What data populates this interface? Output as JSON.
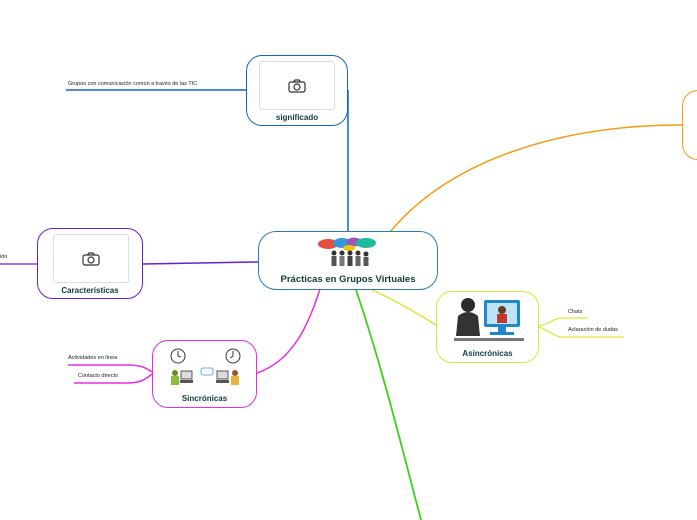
{
  "map": {
    "central": {
      "title": "Prácticas en Grupos Virtuales"
    },
    "significado": {
      "title": "significado",
      "leaf": "Grupos con comunicación común a través de las TIC",
      "color": "#1565c0"
    },
    "caracteristicas": {
      "title": "Características",
      "leaf_partial": "ión",
      "color": "#6a1fd1"
    },
    "sincronicas": {
      "title": "Sincrónicas",
      "leaves": [
        "Actividades en línea",
        "Contacto directo"
      ],
      "color": "#e62ee0"
    },
    "asincronicas": {
      "title": "Asincrónicas",
      "leaves": [
        "Chats",
        "Aclaración de dudas"
      ],
      "color": "#d9e63a"
    },
    "orange_branch": {
      "color": "#f39c12"
    },
    "green_branch": {
      "color": "#3ad11c"
    }
  },
  "icons": [
    "camera-icon",
    "people-group-icon",
    "clock-icon",
    "computer-user-icon",
    "video-call-icon"
  ]
}
